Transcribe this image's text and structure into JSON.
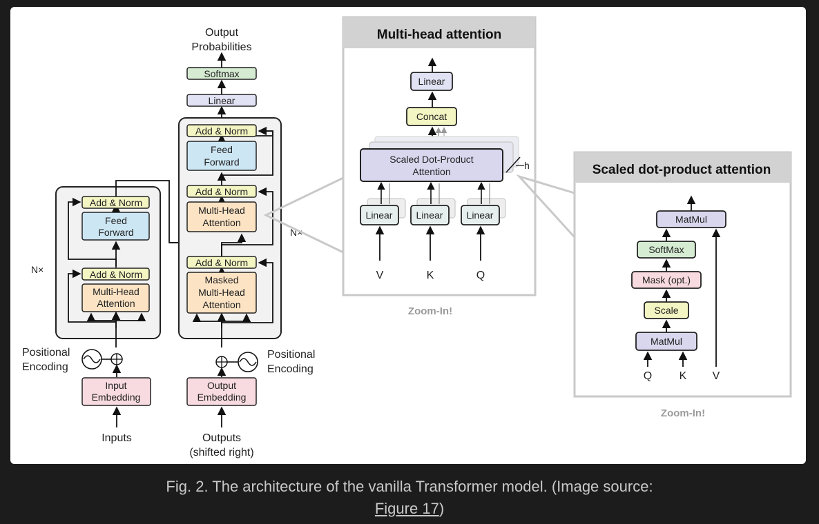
{
  "caption": {
    "text": "Fig. 2. The architecture of the vanilla Transformer model. (Image source: ",
    "link_text": "Figure 17",
    "suffix": ")"
  },
  "colors": {
    "background": "#1c1c1c",
    "card": "#ffffff",
    "add_norm": "#f3f5c2",
    "feed_forward": "#cde6f4",
    "attention": "#fbe3c4",
    "embedding": "#f8dbe0",
    "linear": "#e1e2f3",
    "softmax": "#d5ebd2",
    "panel_border": "#c9c9c9",
    "container": "#f2f2f2"
  },
  "transformer": {
    "output_probabilities": [
      "Output",
      "Probabilities"
    ],
    "softmax": "Softmax",
    "linear": "Linear",
    "encoder": {
      "add_norm_top": "Add & Norm",
      "feed_forward": [
        "Feed",
        "Forward"
      ],
      "add_norm_bottom": "Add & Norm",
      "multi_head": [
        "Multi-Head",
        "Attention"
      ],
      "nx": "N×",
      "positional_encoding": [
        "Positional",
        "Encoding"
      ],
      "input_embedding": [
        "Input",
        "Embedding"
      ],
      "inputs": "Inputs"
    },
    "decoder": {
      "add_norm_1": "Add & Norm",
      "feed_forward": [
        "Feed",
        "Forward"
      ],
      "add_norm_2": "Add & Norm",
      "multi_head": [
        "Multi-Head",
        "Attention"
      ],
      "add_norm_3": "Add & Norm",
      "masked_multi_head": [
        "Masked",
        "Multi-Head",
        "Attention"
      ],
      "nx": "N×",
      "positional_encoding": [
        "Positional",
        "Encoding"
      ],
      "output_embedding": [
        "Output",
        "Embedding"
      ],
      "outputs": [
        "Outputs",
        "(shifted right)"
      ]
    }
  },
  "multi_head_panel": {
    "title": "Multi-head attention",
    "linear_top": "Linear",
    "concat": "Concat",
    "sdpa": [
      "Scaled Dot-Product",
      "Attention"
    ],
    "h": "h",
    "linears": [
      "Linear",
      "Linear",
      "Linear"
    ],
    "inputs": [
      "V",
      "K",
      "Q"
    ],
    "zoom": "Zoom-In!"
  },
  "sdpa_panel": {
    "title": "Scaled dot-product attention",
    "matmul_top": "MatMul",
    "softmax": "SoftMax",
    "mask": "Mask (opt.)",
    "scale": "Scale",
    "matmul_bottom": "MatMul",
    "inputs": [
      "Q",
      "K",
      "V"
    ],
    "zoom": "Zoom-In!"
  }
}
